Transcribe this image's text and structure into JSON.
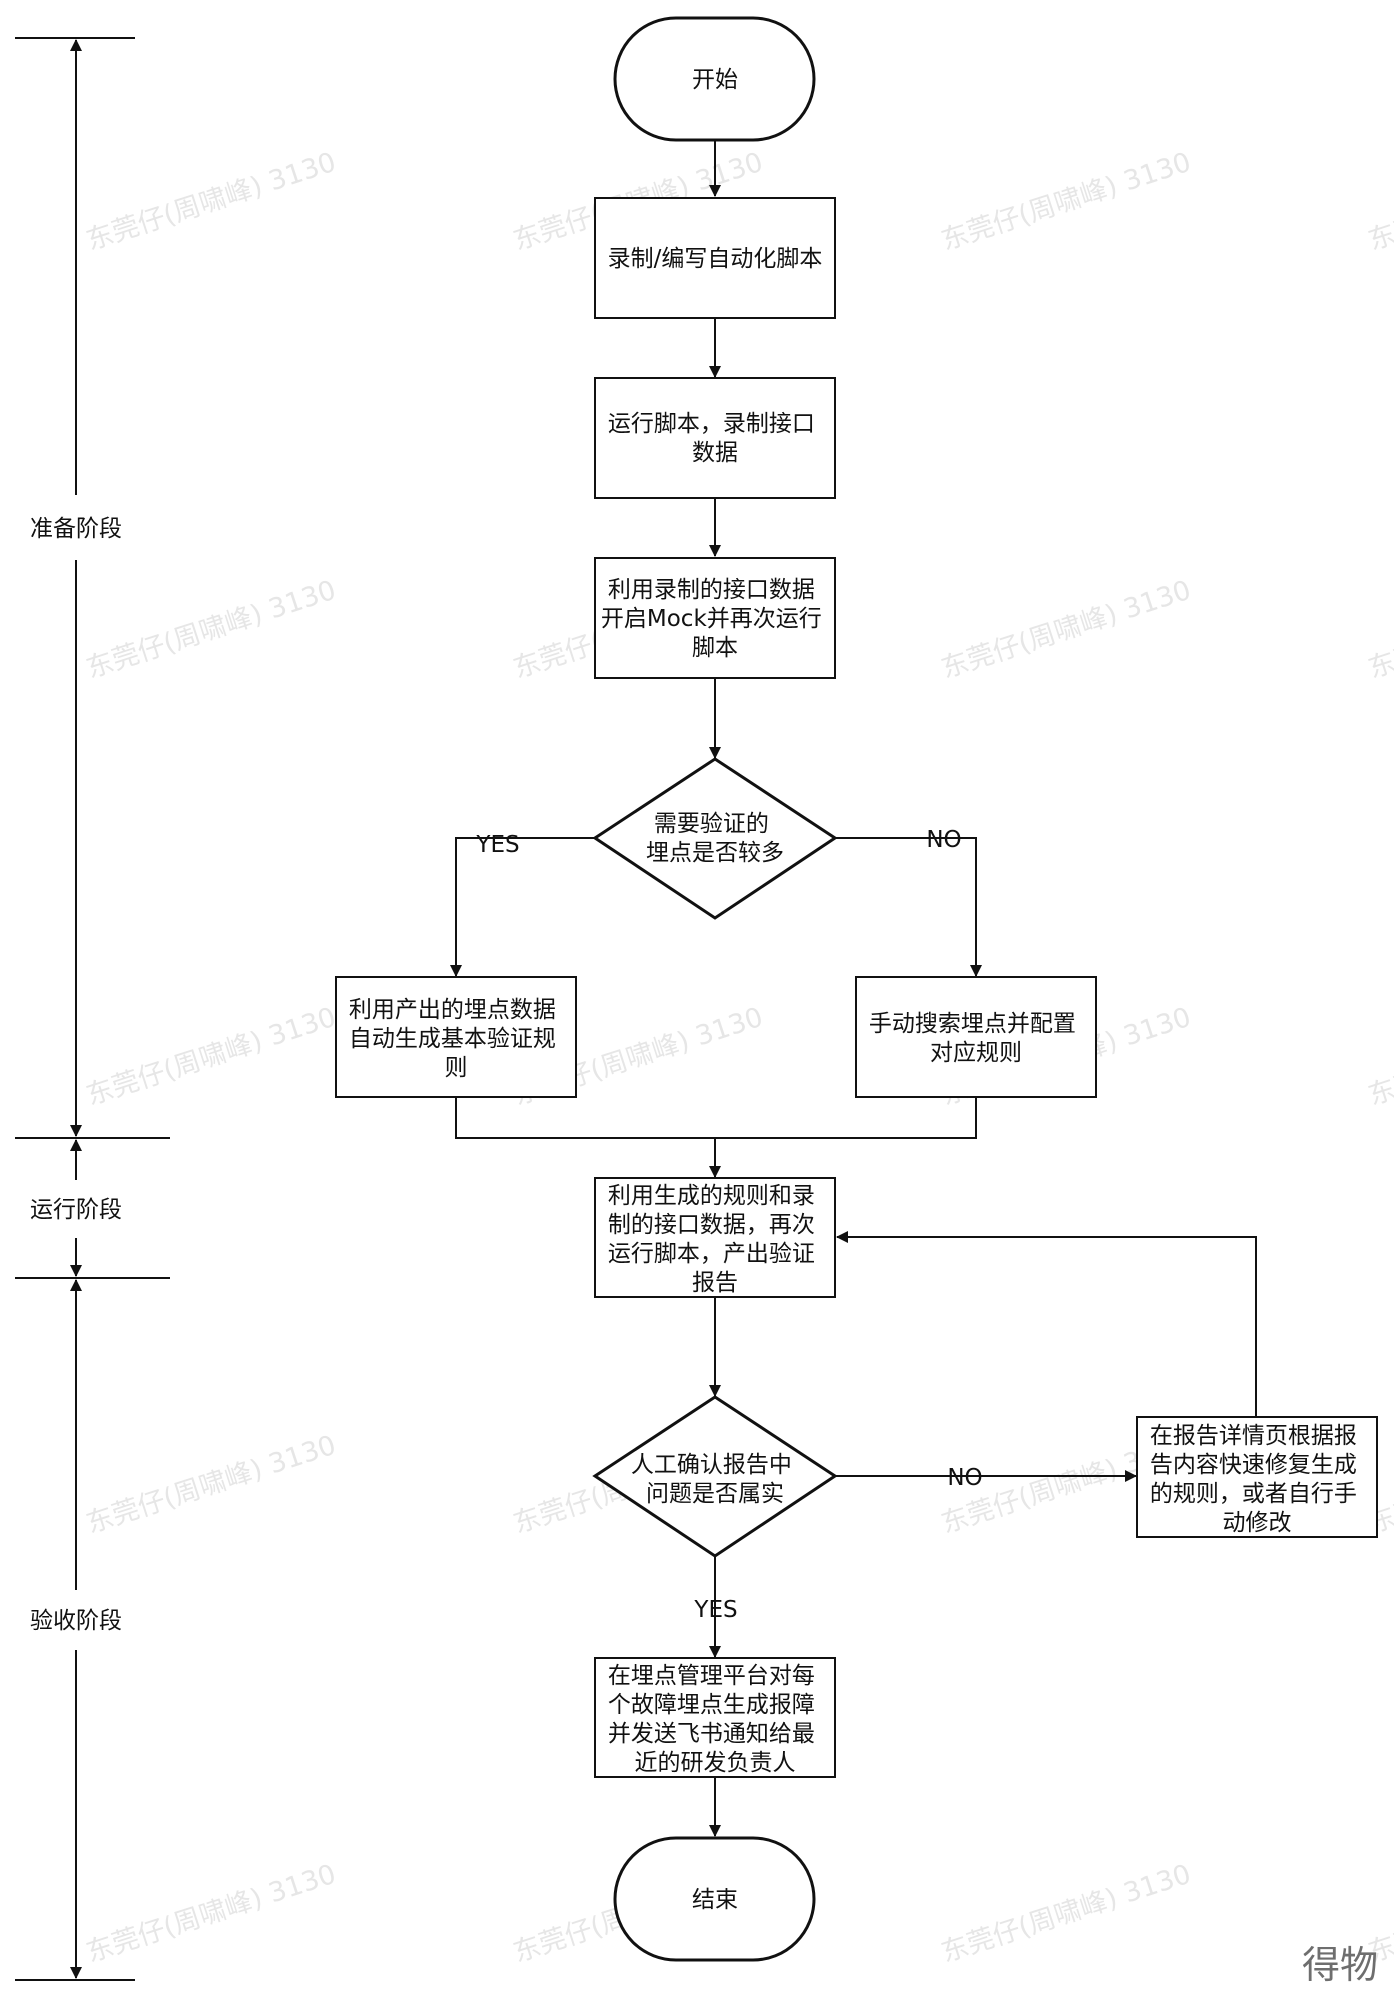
{
  "diagram": {
    "nodes": {
      "start": "开始",
      "n1": "录制/编写自动化脚本",
      "n2": [
        "运行脚本，录制接口",
        "数据"
      ],
      "n3": [
        "利用录制的接口数据",
        "开启Mock并再次运行",
        "脚本"
      ],
      "d1": [
        "需要验证的",
        "埋点是否较多"
      ],
      "n4": [
        "利用产出的埋点数据",
        "自动生成基本验证规",
        "则"
      ],
      "n5": [
        "手动搜索埋点并配置",
        "对应规则"
      ],
      "n6": [
        "利用生成的规则和录",
        "制的接口数据，再次",
        "运行脚本，产出验证",
        "报告"
      ],
      "d2": [
        "人工确认报告中",
        "问题是否属实"
      ],
      "n7": [
        "在报告详情页根据报",
        "告内容快速修复生成",
        "的规则，或者自行手",
        "动修改"
      ],
      "n8": [
        "在埋点管理平台对每",
        "个故障埋点生成报障",
        "并发送飞书通知给最",
        "近的研发负责人"
      ],
      "end": "结束"
    },
    "edge_labels": {
      "d1_yes": "YES",
      "d1_no": "NO",
      "d2_no": "NO",
      "d2_yes": "YES"
    },
    "phases": {
      "prepare": "准备阶段",
      "run": "运行阶段",
      "accept": "验收阶段"
    }
  },
  "watermark": "东莞仔(周啸峰) 3130",
  "brand": "得物",
  "colors": {
    "line": "#111111",
    "background": "#ffffff",
    "watermark": "#b8b8b8",
    "brand": "#6e6e6e"
  }
}
